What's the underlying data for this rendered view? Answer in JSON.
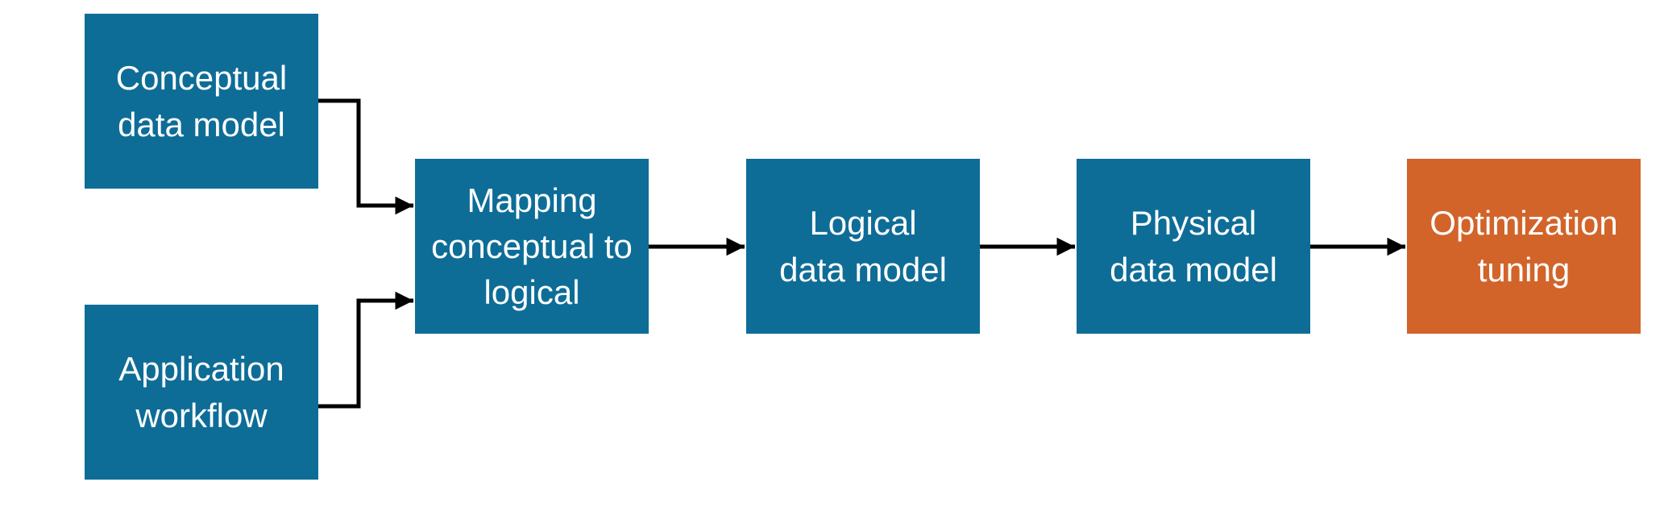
{
  "colors": {
    "primary_box": "#0e6d97",
    "accent_box": "#d2642a",
    "arrow": "#000000"
  },
  "boxes": {
    "conceptual": "Conceptual\ndata model",
    "application": "Application\nworkflow",
    "mapping": "Mapping\nconceptual to\nlogical",
    "logical": "Logical\ndata model",
    "physical": "Physical\ndata model",
    "optimization": "Optimization\ntuning"
  }
}
